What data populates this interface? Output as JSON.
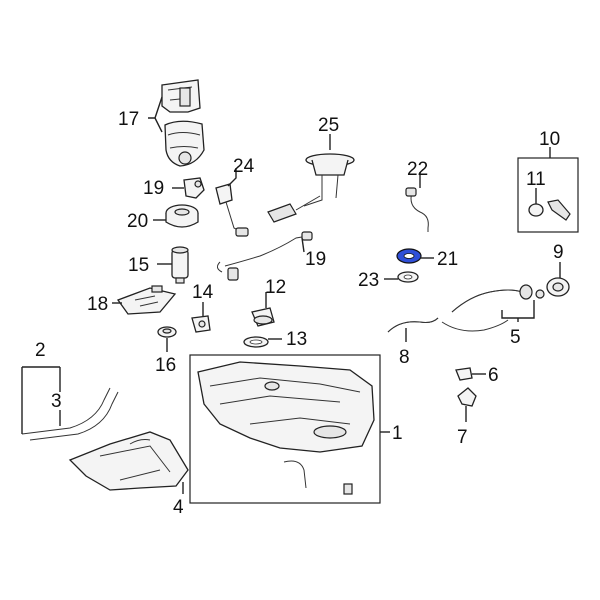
{
  "callouts": {
    "c1": "1",
    "c2": "2",
    "c3": "3",
    "c4": "4",
    "c5": "5",
    "c6": "6",
    "c7": "7",
    "c8": "8",
    "c9": "9",
    "c10": "10",
    "c11": "11",
    "c12": "12",
    "c13": "13",
    "c14": "14",
    "c15": "15",
    "c16": "16",
    "c17": "17",
    "c18": "18",
    "c19a": "19",
    "c19b": "19",
    "c20": "20",
    "c21": "21",
    "c22": "22",
    "c23": "23",
    "c24": "24",
    "c25": "25"
  },
  "colors": {
    "highlight": "#2f4fd8",
    "line": "#222222",
    "background": "#ffffff"
  }
}
